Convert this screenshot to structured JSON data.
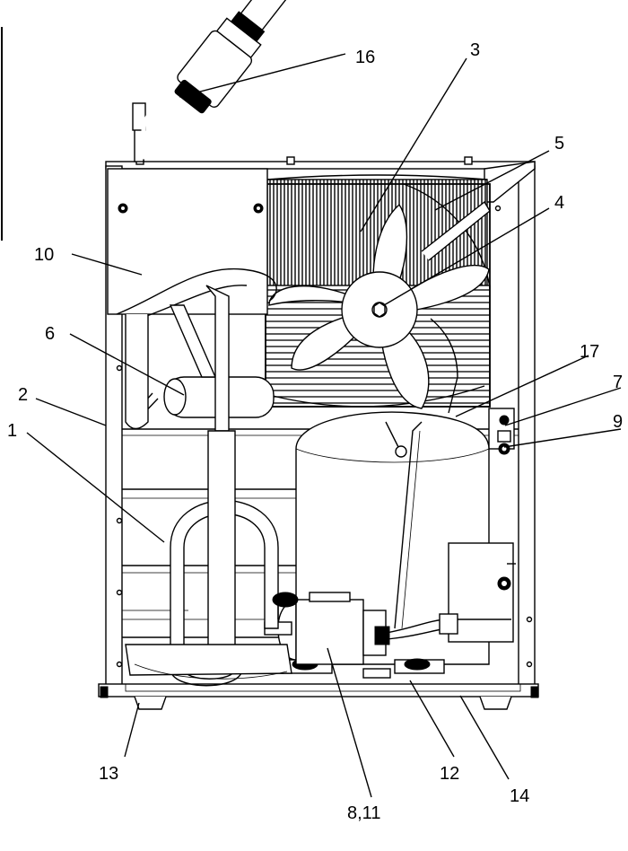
{
  "callouts": {
    "c1": "1",
    "c2": "2",
    "c3": "3",
    "c4": "4",
    "c5": "5",
    "c6": "6",
    "c7": "7",
    "c8_11": "8,11",
    "c9": "9",
    "c10": "10",
    "c12": "12",
    "c13": "13",
    "c14": "14",
    "c16": "16",
    "c17": "17"
  }
}
